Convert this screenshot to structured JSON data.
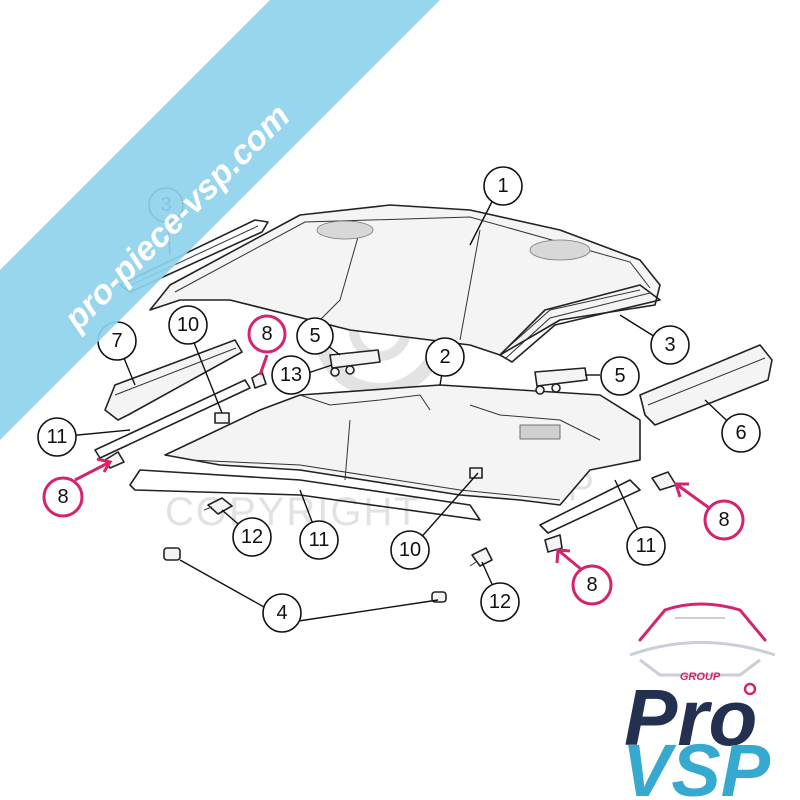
{
  "watermark": {
    "banner_text": "pro-piece-vsp.com",
    "copyright_text": "COPYRIGHT",
    "copyright_suffix": "VSP",
    "banner_color": "#8fd3ec"
  },
  "logo": {
    "group_label": "GROUP",
    "word_pro": "Pro",
    "word_vsp": "VSP",
    "color_dark": "#24304f",
    "color_light": "#35a9cf",
    "color_accent": "#d4246e"
  },
  "callouts": {
    "c1": "1",
    "c2": "2",
    "c3a": "3",
    "c3b": "3",
    "c4": "4",
    "c5a": "5",
    "c5b": "5",
    "c6": "6",
    "c7": "7",
    "c8a": "8",
    "c8b": "8",
    "c8c": "8",
    "c8d": "8",
    "c10a": "10",
    "c10b": "10",
    "c11a": "11",
    "c11b": "11",
    "c11c": "11",
    "c12a": "12",
    "c12b": "12",
    "c13": "13"
  },
  "highlight_color": "#d4246e"
}
